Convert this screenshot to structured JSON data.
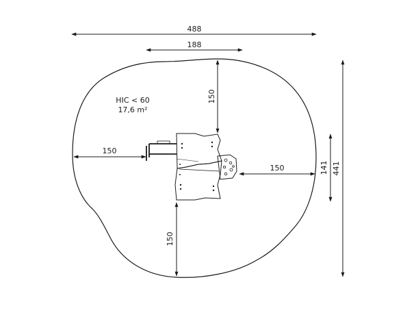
{
  "plan": {
    "area_label": "HIC < 60",
    "area_value": "17,6 m²",
    "dimensions": {
      "overall_width": "488",
      "structure_width": "188",
      "top_clearance": "150",
      "left_clearance": "150",
      "right_clearance": "150",
      "bottom_clearance": "150",
      "structure_depth": "141",
      "overall_depth": "441"
    }
  },
  "colors": {
    "line": "#1a1a1a",
    "background": "#ffffff"
  }
}
